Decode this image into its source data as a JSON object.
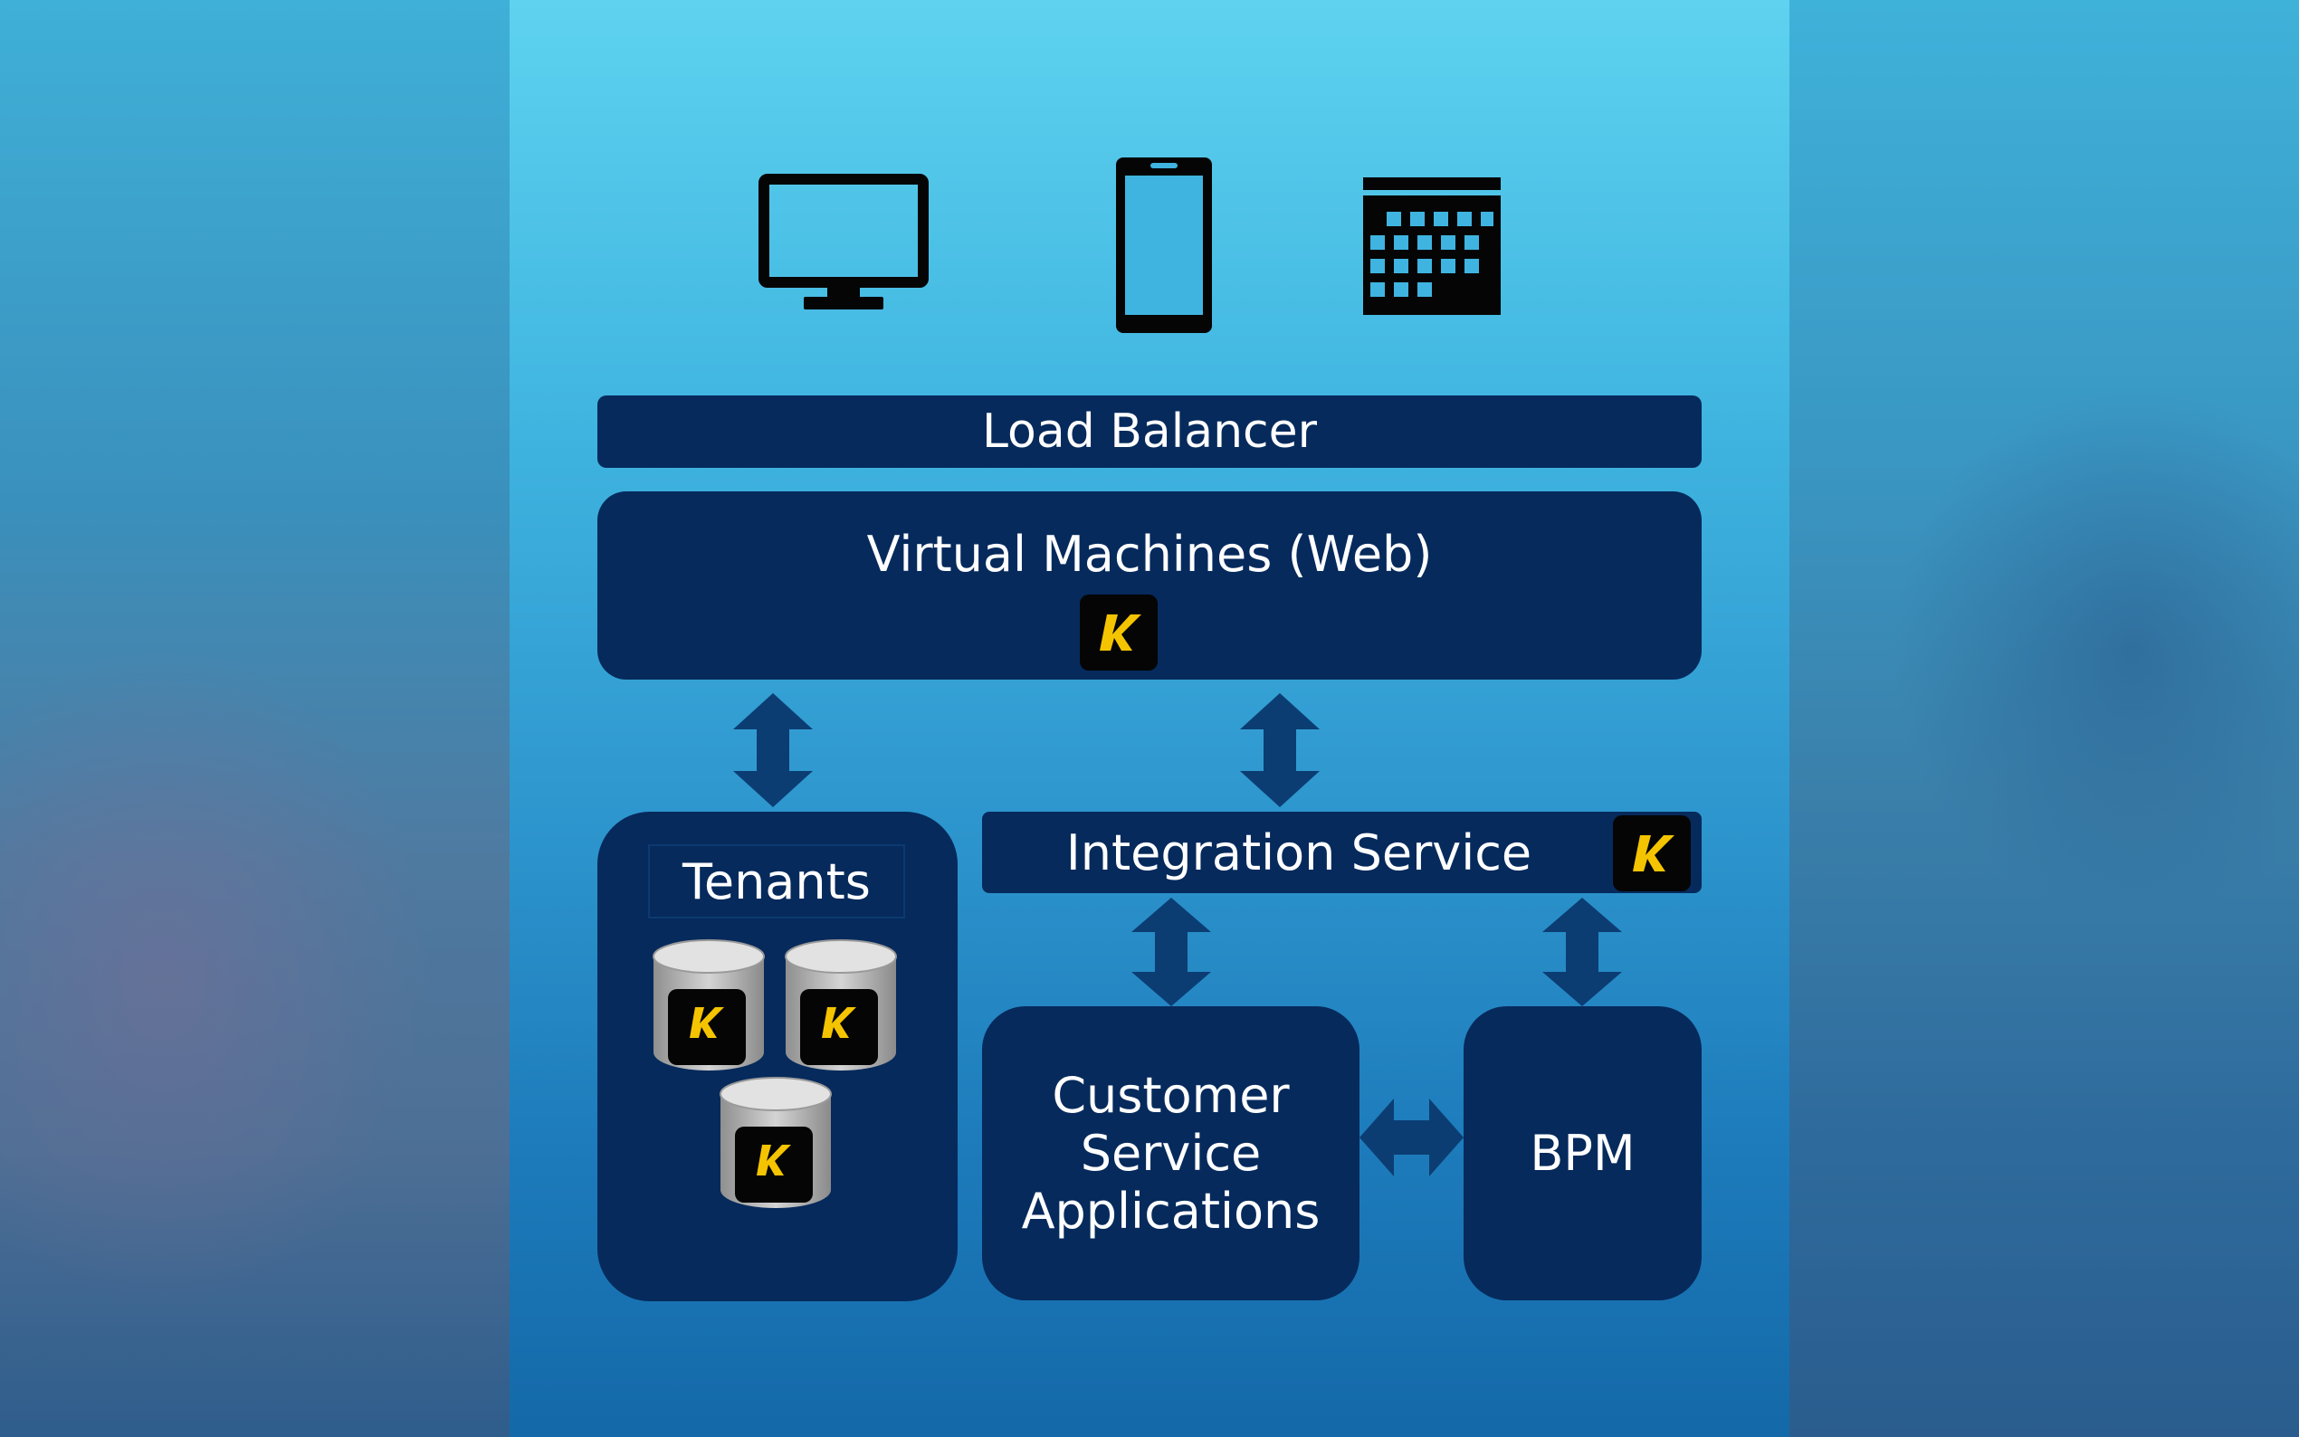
{
  "diagram": {
    "load_balancer": "Load Balancer",
    "virtual_machines": "Virtual Machines (Web)",
    "tenants": "Tenants",
    "integration_service": "Integration Service",
    "customer_service_lines": [
      "Customer",
      "Service",
      "Applications"
    ],
    "bpm": "BPM"
  },
  "icons": {
    "desktop": "desktop-monitor-icon",
    "mobile": "mobile-phone-icon",
    "calendar": "calendar-icon",
    "brand_badge": "k-logo-badge",
    "database": "database-cylinder-icon"
  },
  "colors": {
    "box_fill": "#062a5c",
    "arrow_fill": "#0b3d73",
    "badge_fill": "#050505",
    "badge_mark": "#f5c400"
  }
}
